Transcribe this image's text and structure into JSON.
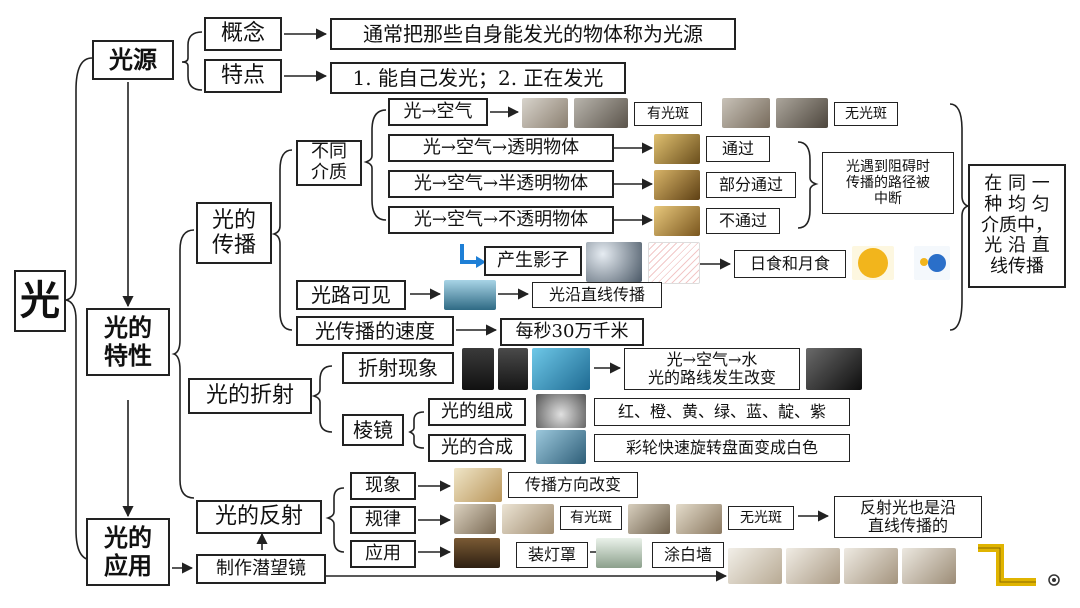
{
  "root": "光",
  "branches": {
    "source": "光源",
    "properties": "光的\n特性",
    "application": "光的\n应用"
  },
  "source": {
    "concept_label": "概念",
    "concept_text": "通常把那些自身能发光的物体称为光源",
    "feature_label": "特点",
    "feature_text": "1. 能自己发光；2. 正在发光"
  },
  "propagation": {
    "title": "光的\n传播",
    "media": "不同\n介质",
    "rows": [
      "光→空气",
      "光→空气→透明物体",
      "光→空气→半透明物体",
      "光→空气→不透明物体"
    ],
    "results": [
      "有光斑",
      "无光斑",
      "通过",
      "部分通过",
      "不通过"
    ],
    "blocked": "光遇到阻碍时\n传播的路径被\n中断",
    "shadow": "产生影子",
    "eclipse": "日食和月食",
    "visible": "光路可见",
    "straight": "光沿直线传播",
    "speed_label": "光传播的速度",
    "speed_value": "每秒30万千米",
    "conclusion": "在 同 一\n种 均 匀\n介质中，\n光 沿 直\n线传播"
  },
  "refraction": {
    "title": "光的折射",
    "phenomenon": "折射现象",
    "phenomenon_result": "光→空气→水\n光的路线发生改变",
    "prism": "棱镜",
    "composition": "光的组成",
    "colors": "红、橙、黄、绿、蓝、靛、紫",
    "synthesis": "光的合成",
    "wheel": "彩轮快速旋转盘面变成白色"
  },
  "reflection": {
    "title": "光的反射",
    "phenomenon": "现象",
    "direction": "传播方向改变",
    "rule": "规律",
    "spot_yes": "有光斑",
    "spot_no": "无光斑",
    "rule_result": "反射光也是沿\n直线传播的",
    "application": "应用",
    "lampshade": "装灯罩",
    "white_wall": "涂白墙",
    "periscope": "制作潜望镜"
  },
  "colors": {
    "line": "#222222",
    "sun": "#f2b51c",
    "earth": "#2a6fc9",
    "periscope": "#e0b400",
    "shadow_arrow": "#1e7fd6"
  }
}
